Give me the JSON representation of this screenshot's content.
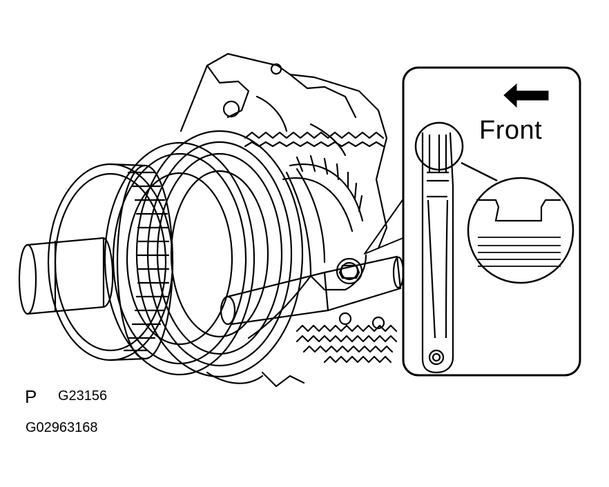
{
  "diagram": {
    "inset_direction_label": "Front",
    "direction_arrow_icon": "arrow-left-icon",
    "footer_mark": "P",
    "figure_code": "G23156",
    "document_id": "G02963168",
    "colors": {
      "line": "#000000",
      "background": "#ffffff"
    }
  }
}
